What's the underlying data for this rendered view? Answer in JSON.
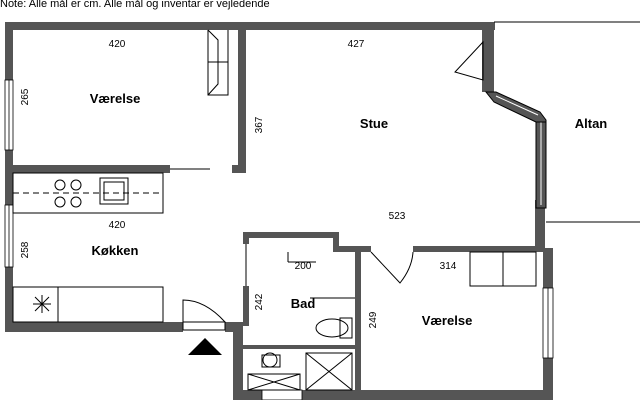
{
  "note": "Note: Alle mål er cm. Alle mål og inventar er vejledende",
  "rooms": {
    "bedroom_top": "Værelse",
    "living": "Stue",
    "balcony": "Altan",
    "kitchen": "Køkken",
    "bath": "Bad",
    "bedroom_bottom": "Værelse"
  },
  "dimensions": {
    "bedroom_top_width": "420",
    "bedroom_top_depth": "265",
    "living_width": "427",
    "living_depth": "367",
    "living_length": "523",
    "kitchen_width": "420",
    "kitchen_depth": "258",
    "bath_width": "200",
    "bath_depth": "242",
    "bedroom_bottom_width": "314",
    "bedroom_bottom_depth": "249"
  },
  "colors": {
    "wall": "#555555",
    "line": "#000000",
    "background": "#ffffff"
  }
}
